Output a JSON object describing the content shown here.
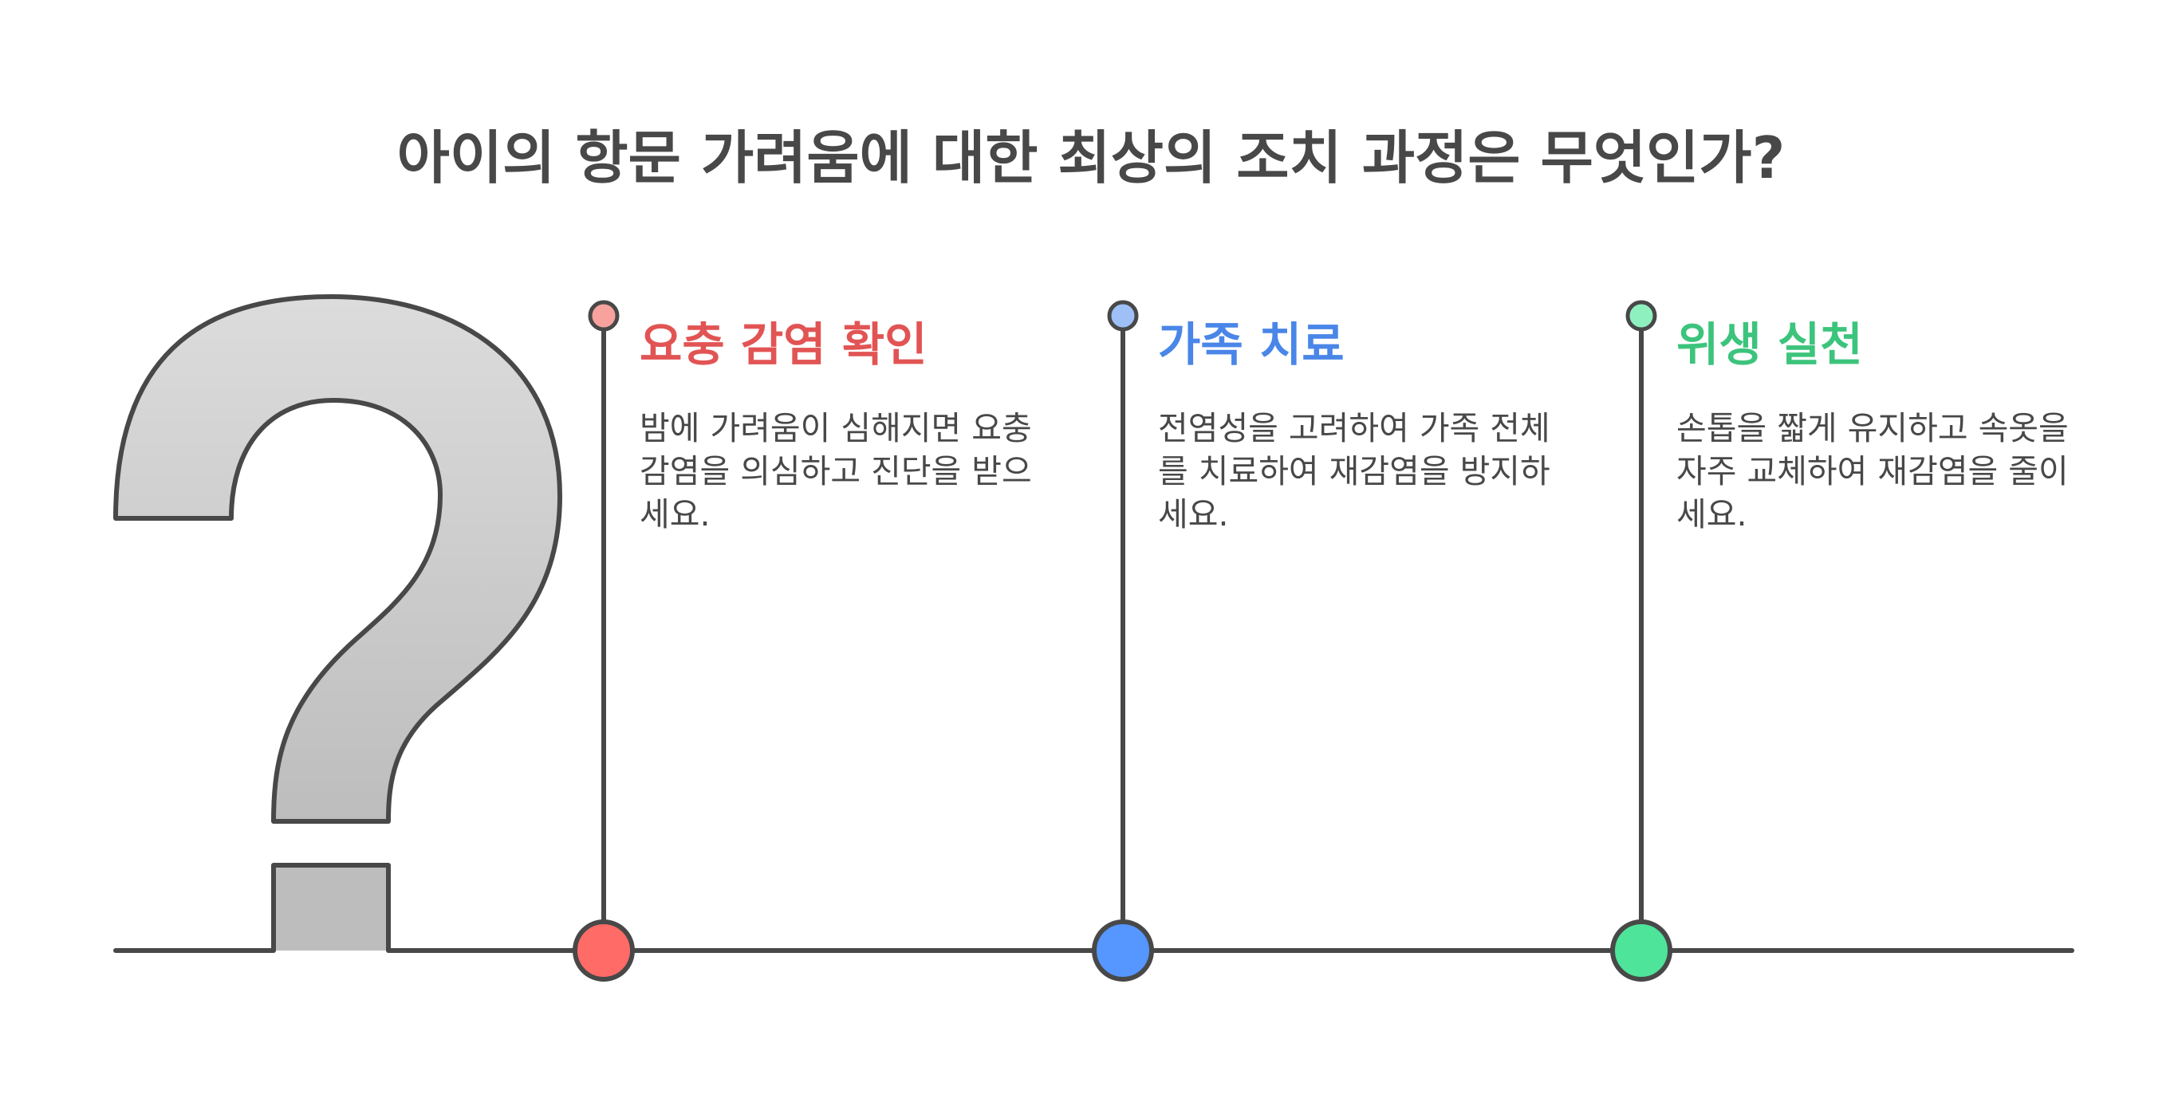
{
  "title": "아이의 항문 가려움에 대한 최상의 조치 과정은 무엇인가?",
  "icon": "question-mark-icon",
  "colors": {
    "line": "#484848",
    "question_fill_top": "#dcdcdc",
    "question_fill_bottom": "#bdbdbd"
  },
  "steps": [
    {
      "heading": "요충 감염 확인",
      "body": "밤에 가려움이 심해지면 요충 감염을 의심하고 진단을 받으세요.",
      "color": "#e25454",
      "marker_color": "#ff6b66",
      "top_dot_color": "#f7a29c"
    },
    {
      "heading": "가족 치료",
      "body": "전염성을 고려하여 가족 전체를 치료하여 재감염을 방지하세요.",
      "color": "#4a86e8",
      "marker_color": "#5596ff",
      "top_dot_color": "#9ec0f7"
    },
    {
      "heading": "위생 실천",
      "body": "손톱을 짧게 유지하고 속옷을 자주 교체하여 재감염을 줄이세요.",
      "color": "#3cc47c",
      "marker_color": "#4ee49a",
      "top_dot_color": "#8ff0bf"
    }
  ]
}
